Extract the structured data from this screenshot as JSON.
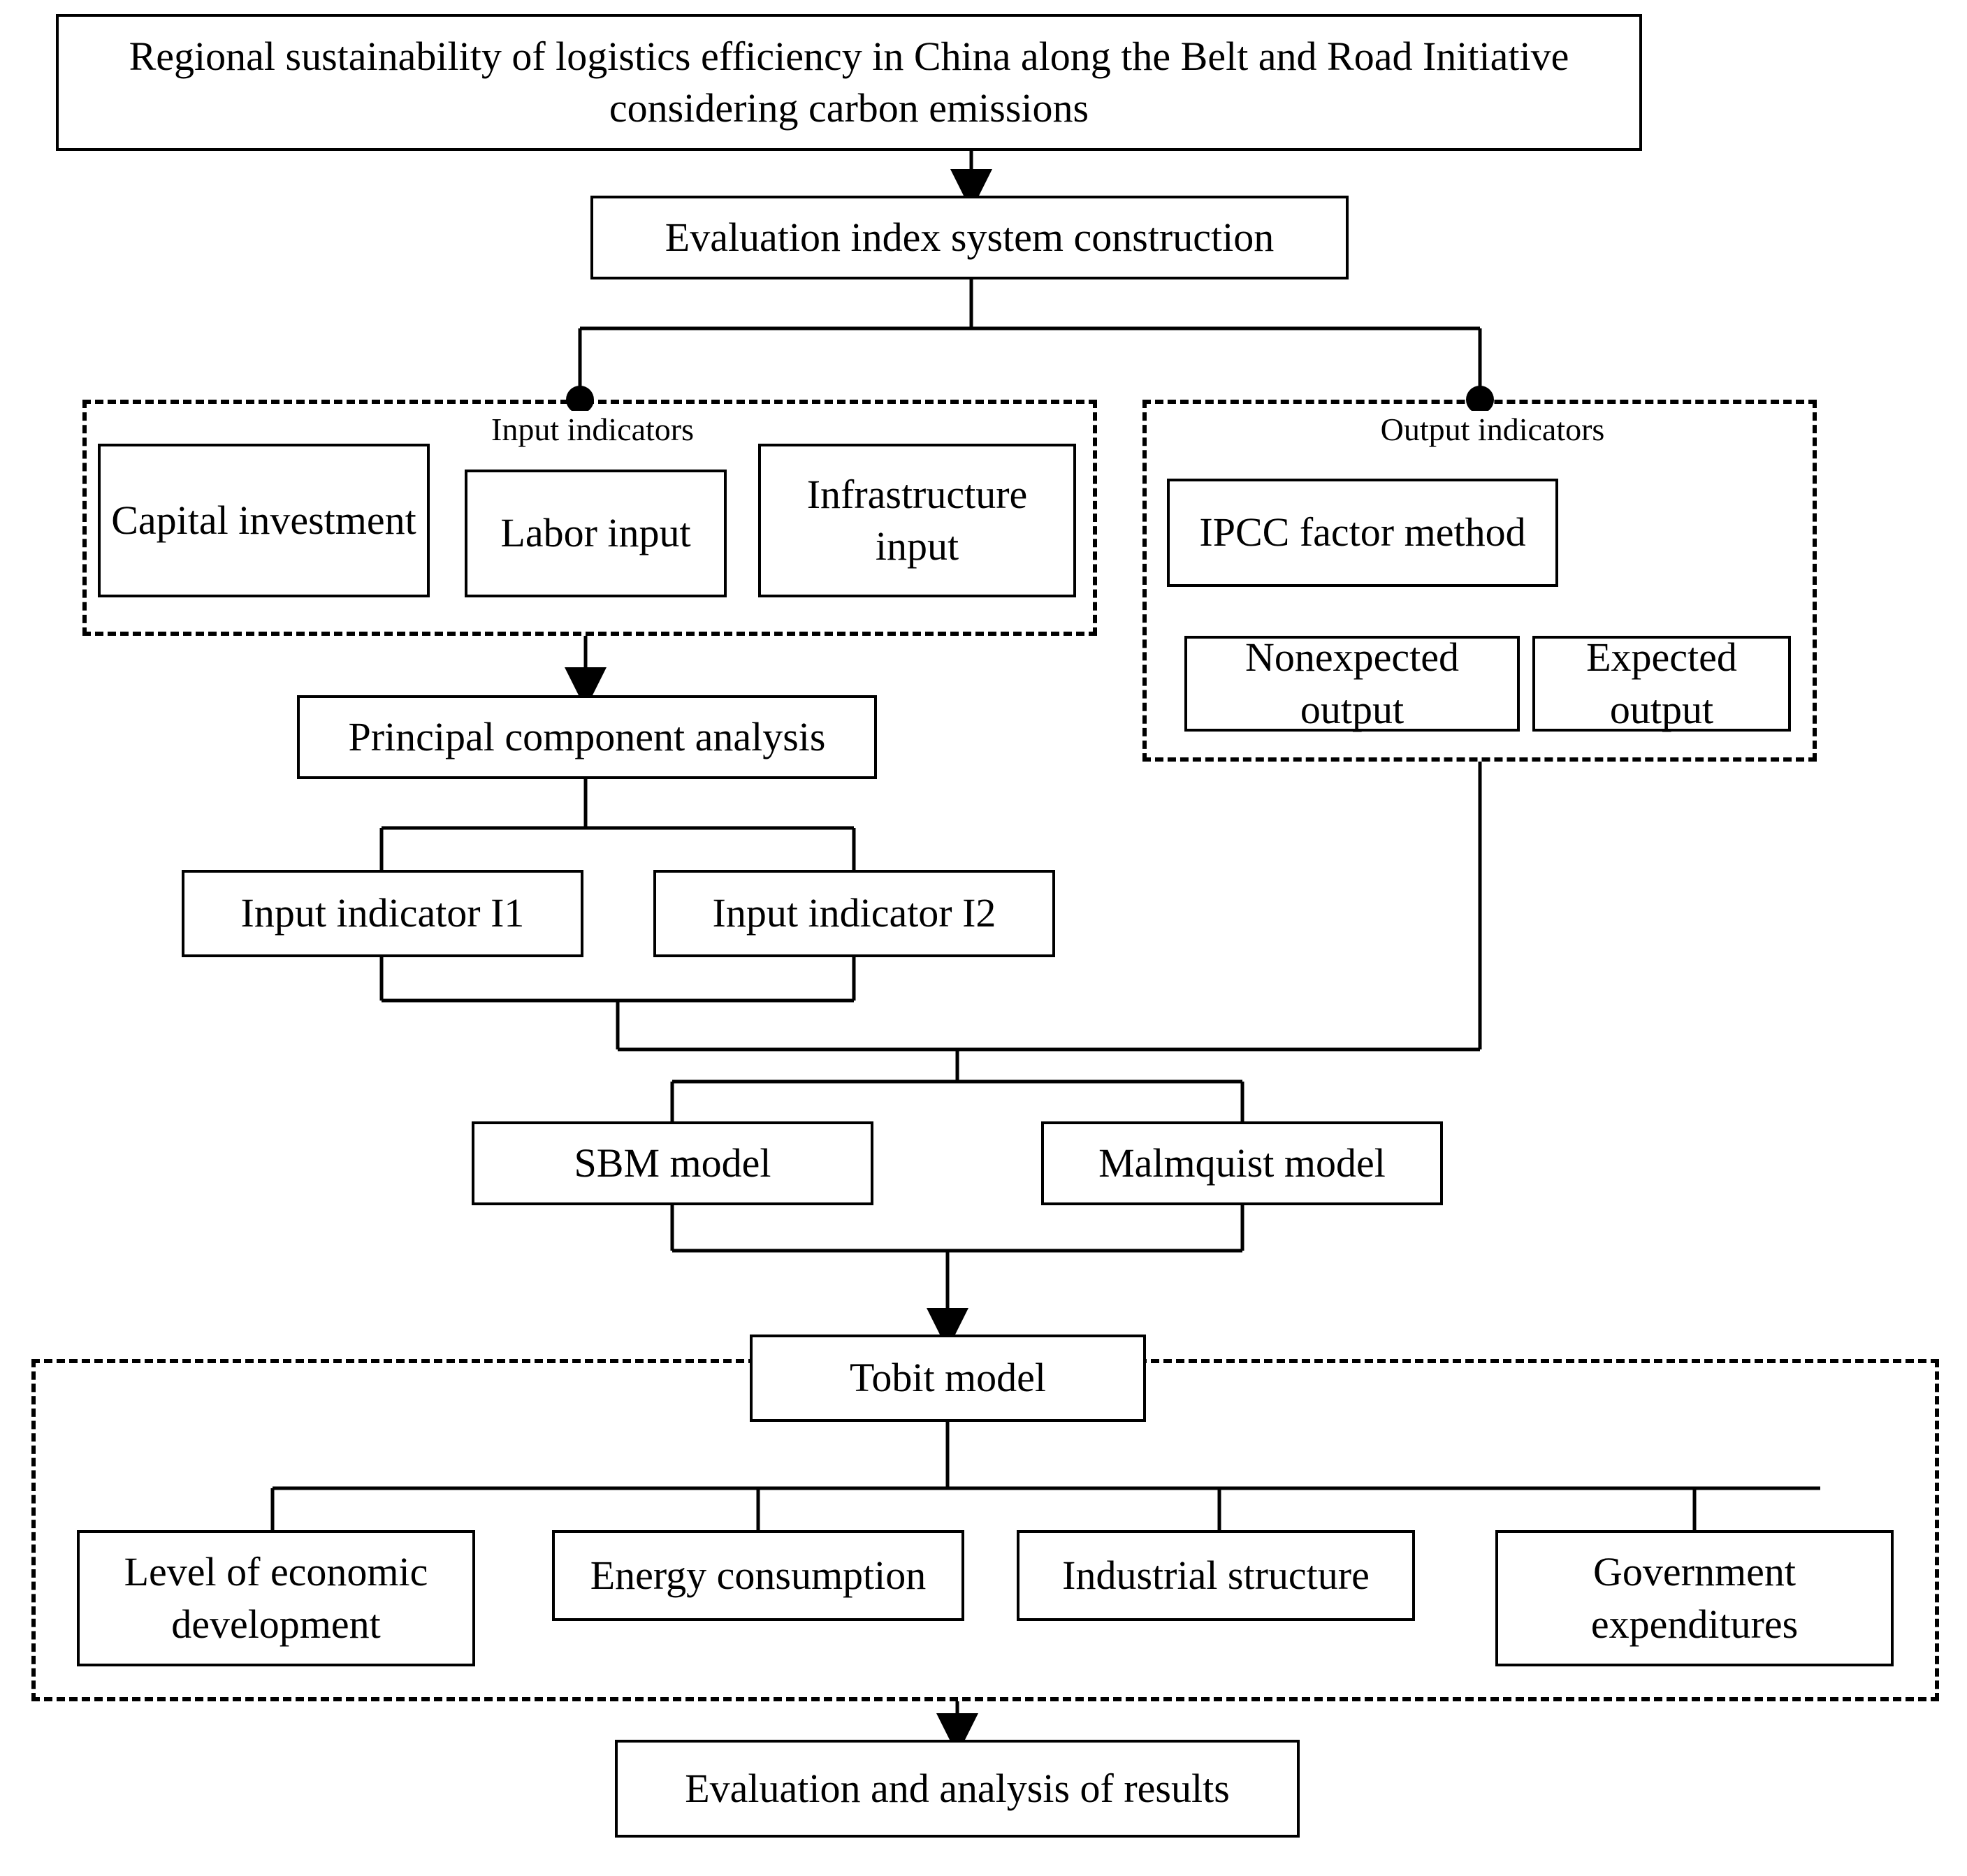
{
  "diagram": {
    "type": "flowchart",
    "title_box": {
      "label": "Regional sustainability of logistics efficiency in China along the Belt and Road Initiative considering carbon emissions"
    },
    "evaluation_index": {
      "label": "Evaluation index system construction"
    },
    "input_group": {
      "label": "Input indicators",
      "boxes": [
        {
          "label": "Capital investment"
        },
        {
          "label": "Labor input"
        },
        {
          "label": "Infrastructure input"
        }
      ]
    },
    "output_group": {
      "label": "Output indicators",
      "boxes": [
        {
          "label": "IPCC factor method"
        },
        {
          "label": "Nonexpected output"
        },
        {
          "label": "Expected output"
        }
      ]
    },
    "pca": {
      "label": "Principal component analysis"
    },
    "indicators": [
      {
        "label": "Input indicator I1"
      },
      {
        "label": "Input indicator I2"
      }
    ],
    "models": [
      {
        "label": "SBM model"
      },
      {
        "label": "Malmquist model"
      }
    ],
    "tobit": {
      "label": "Tobit model"
    },
    "factors_group": {
      "boxes": [
        {
          "label": "Level of economic development"
        },
        {
          "label": "Energy consumption"
        },
        {
          "label": "Industrial structure"
        },
        {
          "label": "Government expenditures"
        }
      ]
    },
    "results": {
      "label": "Evaluation and analysis of results"
    },
    "colors": {
      "line": "#000000",
      "background": "#ffffff",
      "text": "#000000"
    }
  }
}
